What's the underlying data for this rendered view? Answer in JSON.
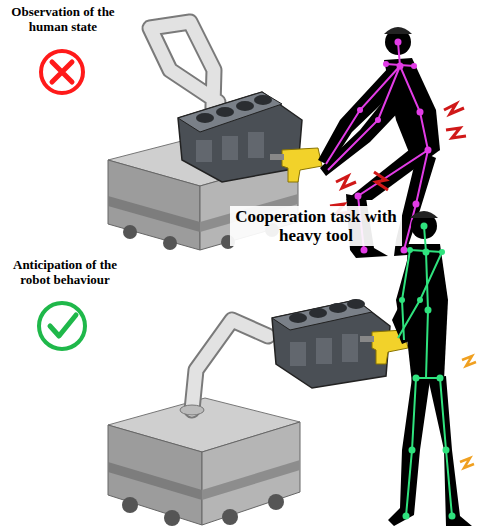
{
  "diagram": {
    "labels": [
      "Observation of the human state",
      "Cooperation task with heavy tool",
      "Anticipation of the robot behaviour"
    ]
  }
}
